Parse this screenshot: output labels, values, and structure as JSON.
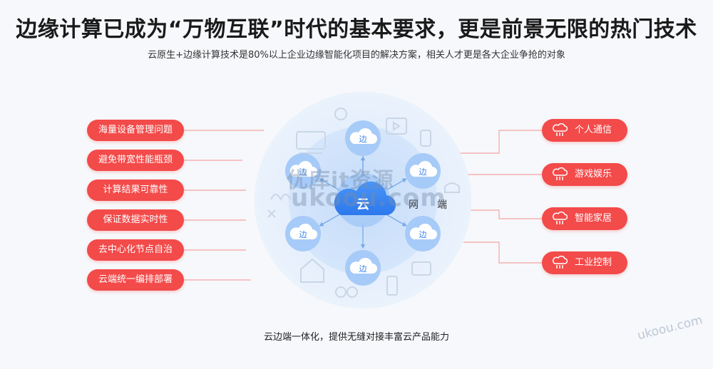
{
  "title": "边缘计算已成为“万物互联”时代的基本要求，更是前景无限的热门技术",
  "subtitle": "云原生+边缘计算技术是80%以上企业边缘智能化项目的解决方案，相关人才更是各大企业争抢的对象",
  "left_items": [
    "海量设备管理问题",
    "避免带宽性能瓶颈",
    "计算结果可靠性",
    "保证数据实时性",
    "去中心化节点自治",
    "云端统一编排部署"
  ],
  "right_items": [
    "个人通信",
    "游戏娱乐",
    "智能家居",
    "工业控制"
  ],
  "diagram": {
    "cloud_label": "云",
    "edge_label": "边",
    "net_label": "网",
    "end_label": "端"
  },
  "caption": "云边端一体化，提供无缝对接丰富云产品能力",
  "watermark": {
    "line1": "优库it资源",
    "line2": "ukoou.com",
    "corner": "ukoou.com"
  },
  "colors": {
    "accent_red": "#f34a4a",
    "cloud_blue": "#2f7ff0",
    "edge_blue": "#5aa4f5"
  }
}
